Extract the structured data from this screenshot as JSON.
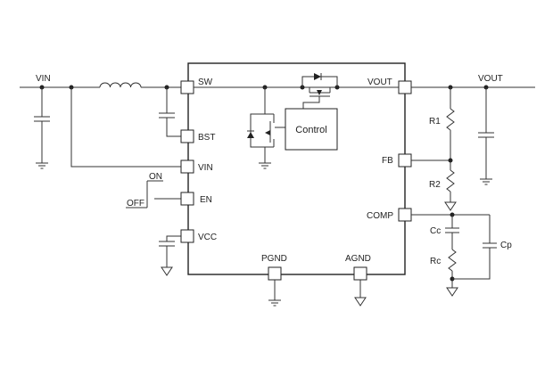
{
  "labels": {
    "vin_left": "VIN",
    "vout_right": "VOUT",
    "pin_sw": "SW",
    "pin_bst": "BST",
    "pin_vin": "VIN",
    "pin_en": "EN",
    "pin_vcc": "VCC",
    "pin_pgnd": "PGND",
    "pin_agnd": "AGND",
    "pin_vout": "VOUT",
    "pin_fb": "FB",
    "pin_comp": "COMP",
    "control": "Control",
    "on": "ON",
    "off": "OFF",
    "r1": "R1",
    "r2": "R2",
    "cc": "Cc",
    "rc": "Rc",
    "cp": "Cp"
  }
}
